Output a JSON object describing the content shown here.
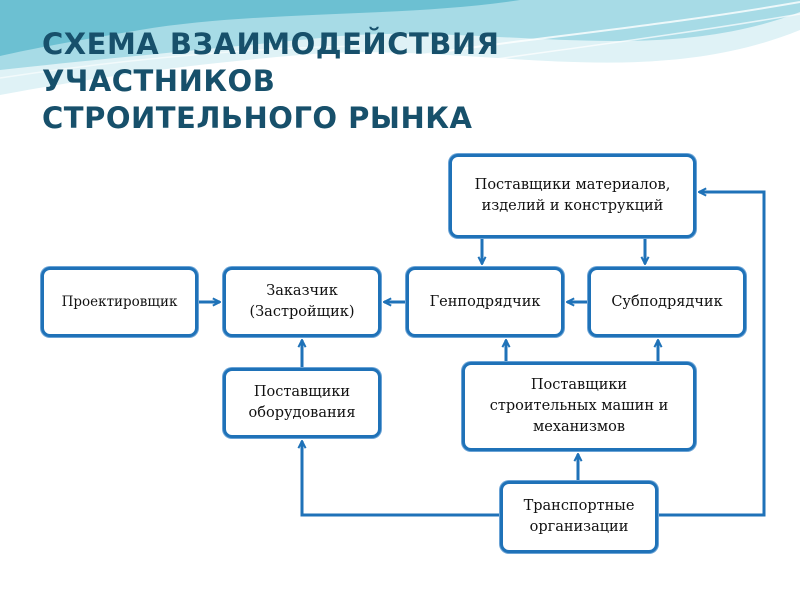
{
  "title": {
    "lines": [
      "СХЕМА ВЗАИМОДЕЙСТВИЯ",
      "УЧАСТНИКОВ",
      "СТРОИТЕЛЬНОГО РЫНКА"
    ]
  },
  "nodes": {
    "suppliers_materials": {
      "lines": [
        "Поставщики материалов,",
        "изделий и конструкций"
      ]
    },
    "designer": {
      "lines": [
        "Проектировщик"
      ]
    },
    "customer": {
      "lines": [
        "Заказчик",
        "(Застройщик)"
      ]
    },
    "general_contractor": {
      "lines": [
        "Генподрядчик"
      ]
    },
    "subcontractor": {
      "lines": [
        "Субподрядчик"
      ]
    },
    "equipment_suppliers": {
      "lines": [
        "Поставщики",
        "оборудования"
      ]
    },
    "machinery_suppliers": {
      "lines": [
        "Поставщики",
        "строительных машин и",
        "механизмов"
      ]
    },
    "transport": {
      "lines": [
        "Транспортные",
        "организации"
      ]
    }
  },
  "edges": [
    {
      "from": "designer",
      "to": "customer"
    },
    {
      "from": "general_contractor",
      "to": "customer"
    },
    {
      "from": "subcontractor",
      "to": "general_contractor"
    },
    {
      "from": "suppliers_materials",
      "to": "general_contractor"
    },
    {
      "from": "suppliers_materials",
      "to": "subcontractor"
    },
    {
      "from": "equipment_suppliers",
      "to": "customer"
    },
    {
      "from": "machinery_suppliers",
      "to": "general_contractor"
    },
    {
      "from": "machinery_suppliers",
      "to": "subcontractor"
    },
    {
      "from": "transport",
      "to": "machinery_suppliers"
    },
    {
      "from": "transport",
      "to": "equipment_suppliers"
    },
    {
      "from": "transport",
      "to": "suppliers_materials"
    }
  ],
  "colors": {
    "title": "#17506b",
    "box_border": "#1f72b8",
    "connector": "#1f72b8",
    "wave_light": "#cfeaf1",
    "wave_mid": "#8fd0df",
    "wave_dark": "#5ab4c9"
  }
}
